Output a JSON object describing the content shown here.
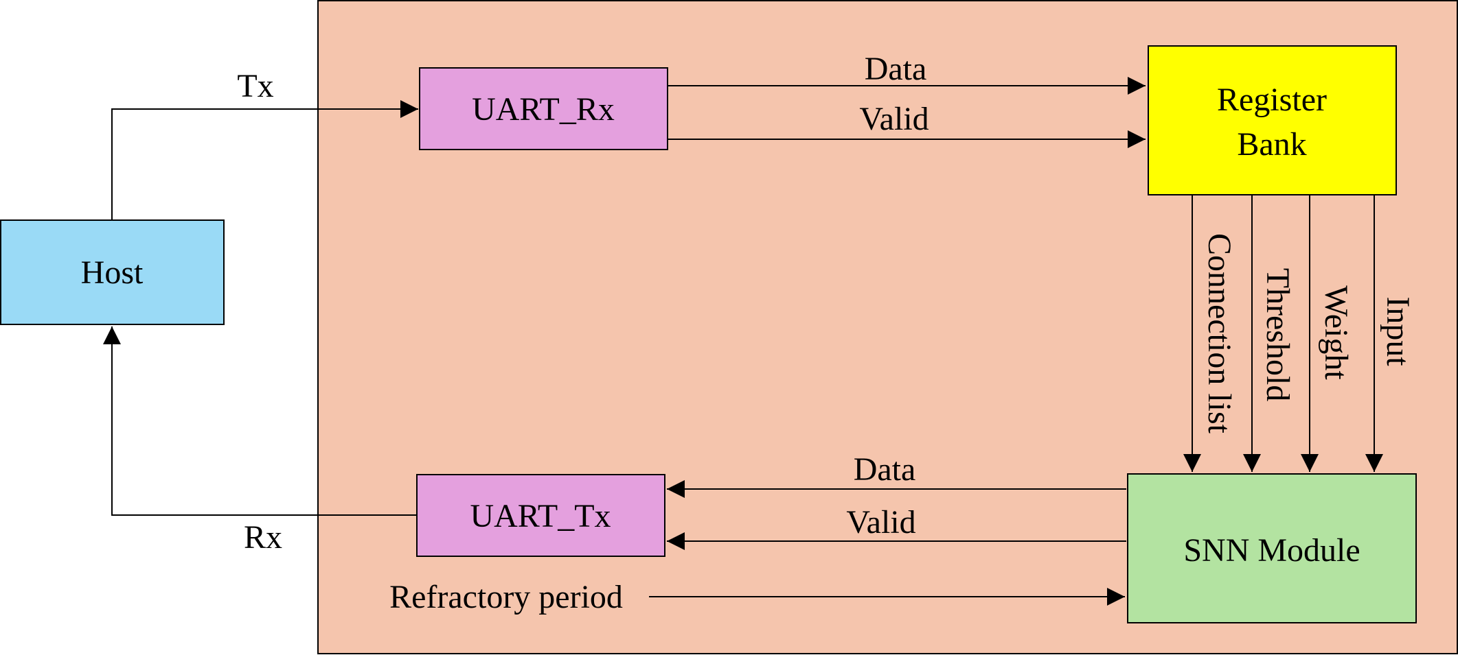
{
  "colors": {
    "fpga_region": "#F5C5AD",
    "uart": "#E4A0DE",
    "register_bank": "#FFFF00",
    "host": "#9ADAF6",
    "snn_module": "#B3E3A1",
    "stroke": "#000000"
  },
  "blocks": {
    "host": "Host",
    "uart_rx": "UART_Rx",
    "uart_tx": "UART_Tx",
    "register_bank_line1": "Register",
    "register_bank_line2": "Bank",
    "snn_module": "SNN Module"
  },
  "signals": {
    "tx": "Tx",
    "rx": "Rx",
    "rx_data": "Data",
    "rx_valid": "Valid",
    "tx_data": "Data",
    "tx_valid": "Valid",
    "refractory_period": "Refractory period",
    "connection_list": "Connection list",
    "threshold": "Threshold",
    "weight": "Weight",
    "input": "Input"
  }
}
